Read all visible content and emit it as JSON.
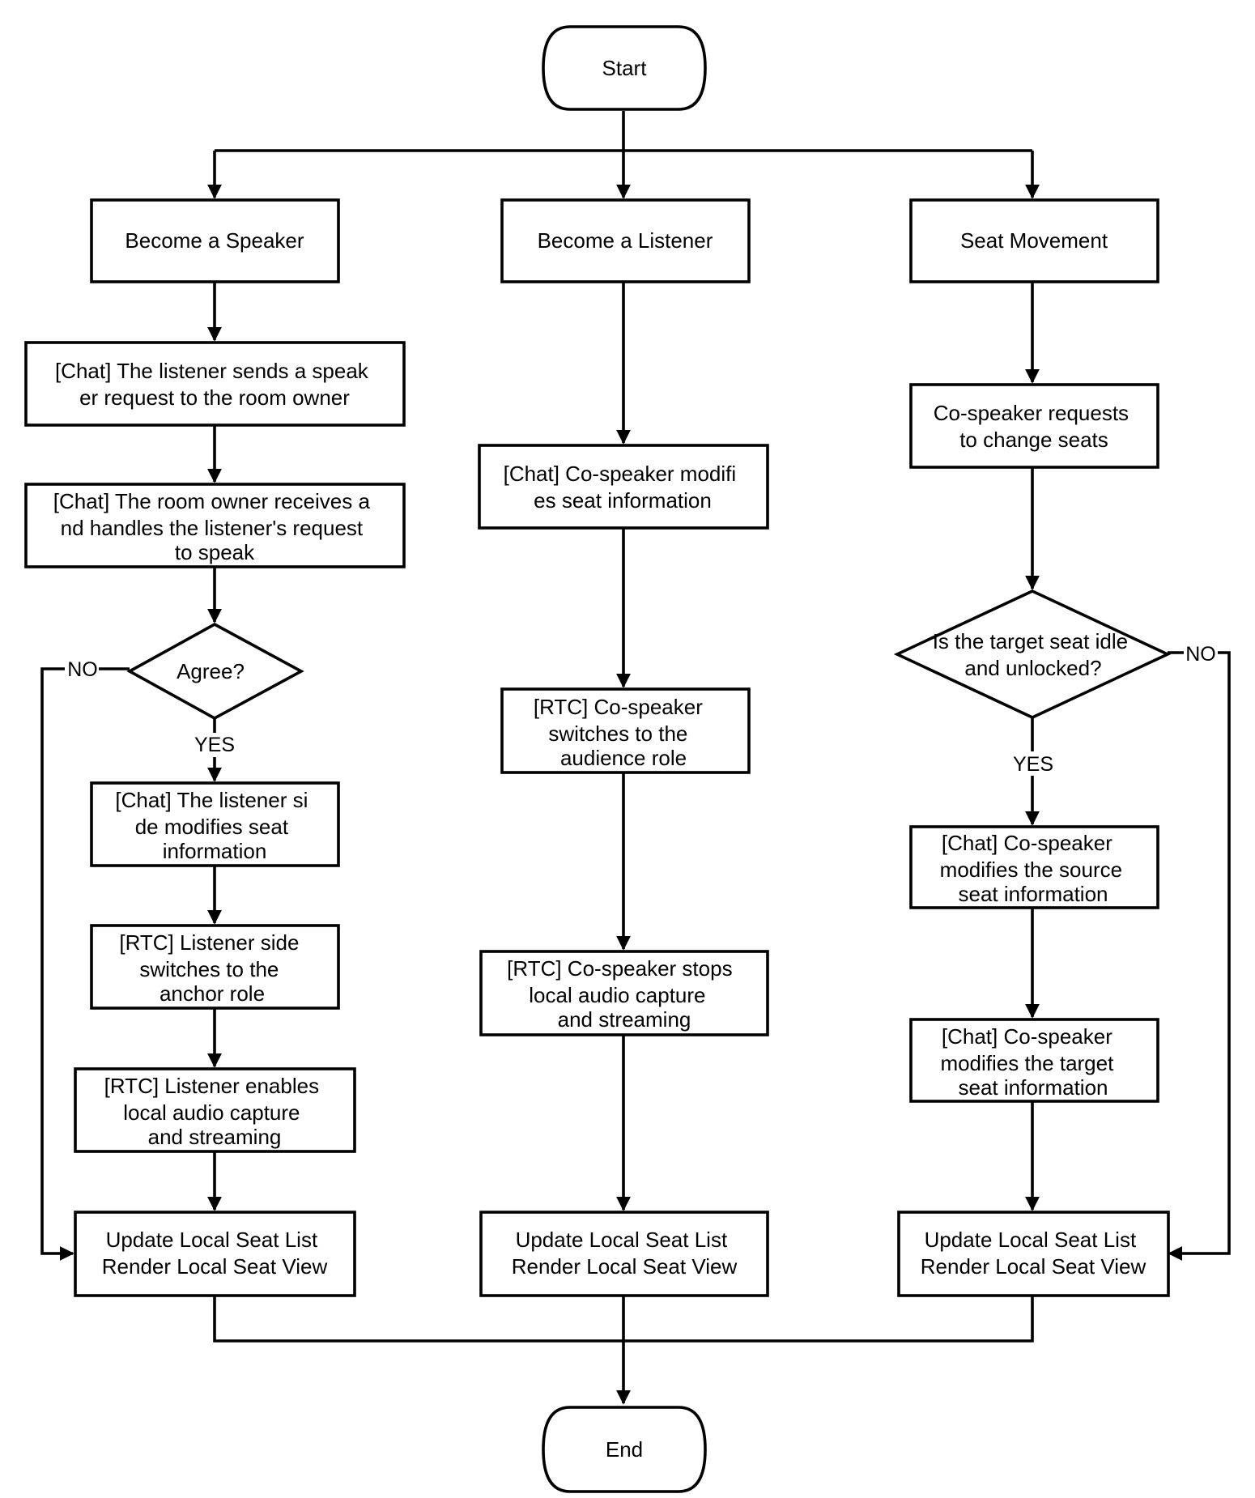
{
  "diagram": {
    "colors": {
      "stroke": "#000000",
      "fill": "#ffffff",
      "text": "#000000"
    },
    "nodes": {
      "start": {
        "text": "Start"
      },
      "speaker": {
        "text": "Become a Speaker"
      },
      "listener": {
        "text": "Become a Listener"
      },
      "movement": {
        "text": "Seat Movement"
      },
      "s1": {
        "lines": [
          "[Chat] The listener sends a speak",
          "er request to the room owner"
        ]
      },
      "s2": {
        "lines": [
          "[Chat] The room owner receives a",
          "nd handles the listener's request",
          "to speak"
        ]
      },
      "agree": {
        "text": "Agree?"
      },
      "s3": {
        "lines": [
          "[Chat] The listener si",
          "de modifies seat",
          "information"
        ]
      },
      "s4": {
        "lines": [
          "[RTC] Listener side",
          "switches to the",
          "anchor role"
        ]
      },
      "s5": {
        "lines": [
          "[RTC] Listener enables",
          "local audio capture",
          "and streaming"
        ]
      },
      "s_end": {
        "lines": [
          "Update Local Seat List",
          "Render Local Seat View"
        ]
      },
      "l1": {
        "lines": [
          "[Chat] Co-speaker modifi",
          "es seat information"
        ]
      },
      "l2": {
        "lines": [
          "[RTC] Co-speaker",
          "switches to the",
          "audience role"
        ]
      },
      "l3": {
        "lines": [
          "[RTC] Co-speaker stops",
          "local audio capture",
          "and streaming"
        ]
      },
      "l_end": {
        "lines": [
          "Update Local Seat List",
          "Render Local Seat View"
        ]
      },
      "m1": {
        "lines": [
          "Co-speaker requests",
          "to change seats"
        ]
      },
      "idle": {
        "lines": [
          "Is the target seat idle",
          "and unlocked?"
        ]
      },
      "m2": {
        "lines": [
          "[Chat] Co-speaker",
          "modifies the source",
          "seat information"
        ]
      },
      "m3": {
        "lines": [
          "[Chat] Co-speaker",
          "modifies the target",
          "seat information"
        ]
      },
      "m_end": {
        "lines": [
          "Update Local Seat List",
          "Render Local Seat View"
        ]
      },
      "end": {
        "text": "End"
      }
    },
    "edge_labels": {
      "agree_no": "NO",
      "agree_yes": "YES",
      "idle_no": "NO",
      "idle_yes": "YES"
    }
  }
}
